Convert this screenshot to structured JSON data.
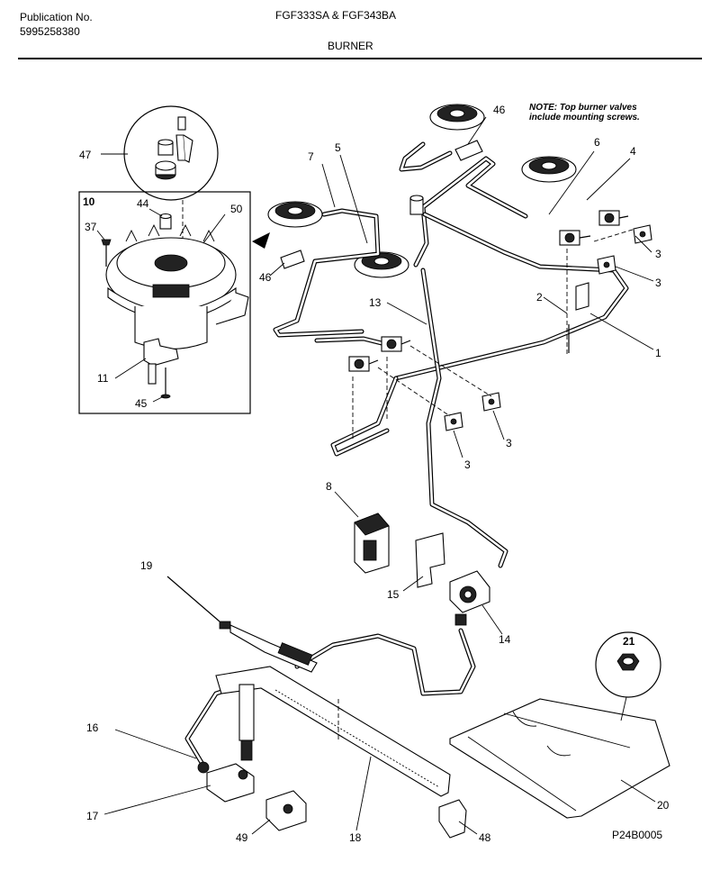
{
  "header": {
    "publication_label": "Publication No.",
    "publication_number": "5995258380",
    "model": "FGF333SA & FGF343BA",
    "section": "BURNER"
  },
  "note": {
    "line1": "NOTE: Top burner valves",
    "line2": "include mounting screws."
  },
  "drawing_code": "P24B0005",
  "callouts": {
    "c47": "47",
    "c10": "10",
    "c44": "44",
    "c50": "50",
    "c37": "37",
    "c11": "11",
    "c45": "45",
    "c7": "7",
    "c5": "5",
    "c46a": "46",
    "c46b": "46",
    "c6": "6",
    "c4": "4",
    "c3a": "3",
    "c3b": "3",
    "c3c": "3",
    "c3d": "3",
    "c2": "2",
    "c1": "1",
    "c13": "13",
    "c8": "8",
    "c15": "15",
    "c14": "14",
    "c19": "19",
    "c21": "21",
    "c16": "16",
    "c17": "17",
    "c20": "20",
    "c18": "18",
    "c49": "49",
    "c48": "48"
  }
}
